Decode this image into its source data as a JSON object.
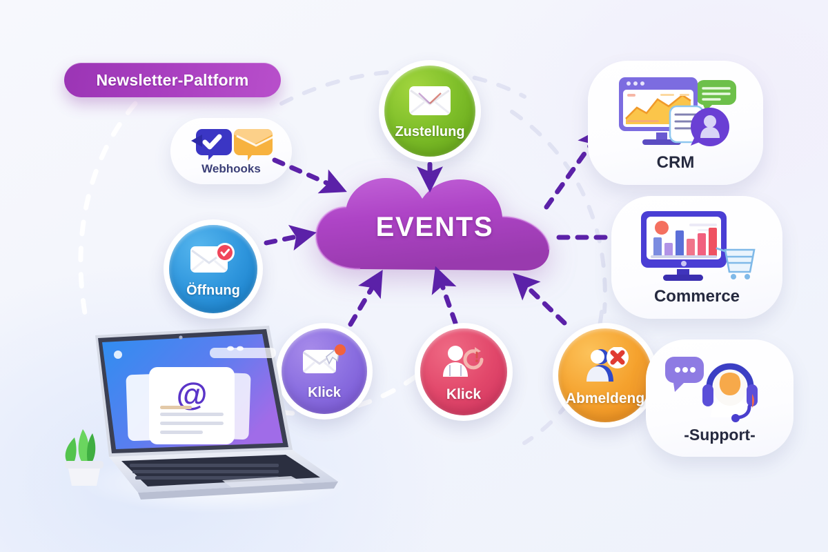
{
  "meta": {
    "background_color": "#f3f5fc",
    "accent_color": "#9b35b5",
    "edge_color": "#5b21a8"
  },
  "header": {
    "badge_label": "Newsletter-Paltform"
  },
  "hub": {
    "label": "EVENTS",
    "shape": "cloud",
    "color": "#ab3fc2"
  },
  "event_nodes": [
    {
      "id": "zustellung",
      "label": "Zustellung",
      "icon": "envelope-icon",
      "color": "#7ebe29",
      "shape": "circle"
    },
    {
      "id": "oeffnung",
      "label": "Öffnung",
      "icon": "envelope-check-badge-icon",
      "color": "#2f96dd",
      "shape": "circle"
    },
    {
      "id": "klick-link",
      "label": "Klick",
      "icon": "envelope-cursor-icon",
      "color": "#8a6ee0",
      "shape": "circle"
    },
    {
      "id": "klick-user",
      "label": "Klick",
      "icon": "user-refresh-icon",
      "color": "#e2486b",
      "shape": "circle"
    },
    {
      "id": "abmeldung",
      "label": "Abmeldeng",
      "icon": "user-remove-icon",
      "color": "#f5a22e",
      "shape": "circle"
    }
  ],
  "source_cards": [
    {
      "id": "webhooks",
      "label": "Webhooks",
      "icons": [
        "check-bubble-icon",
        "envelope-bubble-icon"
      ]
    }
  ],
  "destination_cards": [
    {
      "id": "crm",
      "label": "CRM",
      "icons": [
        "monitor-line-chart-icon",
        "person-chat-bubble-icon",
        "green-message-icon"
      ]
    },
    {
      "id": "commerce",
      "label": "Commerce",
      "icons": [
        "monitor-bar-chart-icon",
        "shopping-cart-icon"
      ]
    },
    {
      "id": "support",
      "label": "-Support-",
      "icons": [
        "chat-bubble-icon",
        "headset-agent-icon"
      ]
    }
  ],
  "illustration": {
    "id": "laptop-scene",
    "name": "laptop-with-email-documents",
    "screen_symbol": "@",
    "props": [
      "laptop",
      "potted-plant",
      "email-documents"
    ]
  },
  "connections": [
    {
      "from": "webhooks",
      "to": "hub",
      "style": "dashed-arrow"
    },
    {
      "from": "zustellung",
      "to": "hub",
      "style": "dashed-arrow"
    },
    {
      "from": "oeffnung",
      "to": "hub",
      "style": "dashed-arrow"
    },
    {
      "from": "klick-link",
      "to": "hub",
      "style": "dashed-arrow"
    },
    {
      "from": "klick-user",
      "to": "hub",
      "style": "dashed-arrow"
    },
    {
      "from": "abmeldung",
      "to": "hub",
      "style": "dashed-arrow"
    },
    {
      "from": "hub",
      "to": "crm",
      "style": "dashed-arrow"
    },
    {
      "from": "hub",
      "to": "commerce",
      "style": "dashed-arrow"
    }
  ]
}
